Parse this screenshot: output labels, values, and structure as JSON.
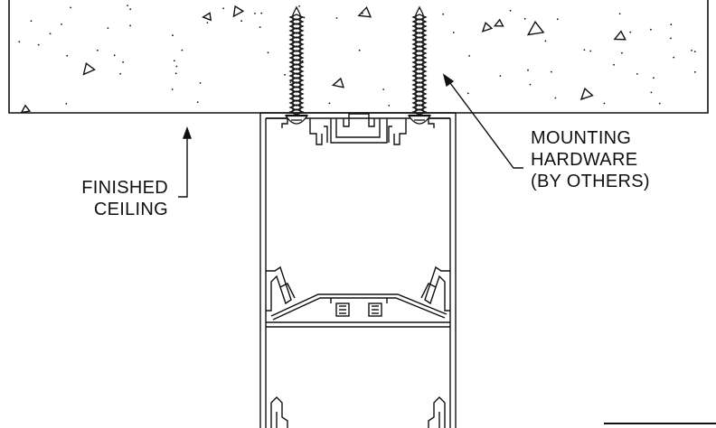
{
  "labels": {
    "finished_ceiling": [
      "FINISHED",
      "CEILING"
    ],
    "mounting_hardware": [
      "MOUNTING",
      "HARDWARE",
      "(BY OTHERS)"
    ]
  },
  "colors": {
    "line": "#111111",
    "background": "#ffffff"
  },
  "icons": [
    "concrete-aggregate-triangles",
    "wood-screw",
    "leader-arrow"
  ]
}
